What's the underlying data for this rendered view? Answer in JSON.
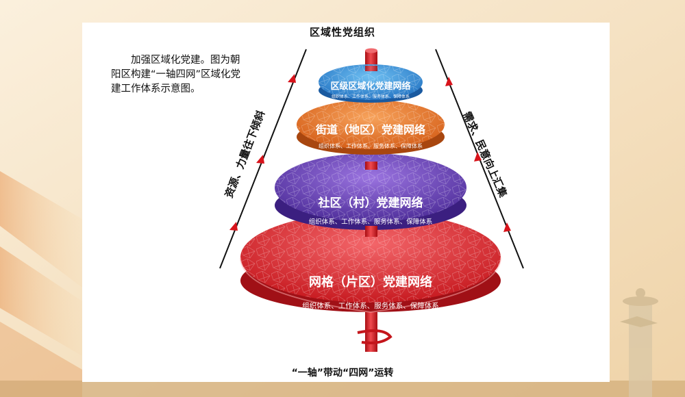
{
  "diagram": {
    "top_title": "区域性党组织",
    "intro_text": "加强区域化党建。图为朝阳区构建“一轴四网”区域化党建工作体系示意图。",
    "left_arrow_label": "资源、力量往下倾斜",
    "right_arrow_label": "需求、民意向上汇集",
    "bottom_caption": "“一轴”带动“四网”运转",
    "tiers": [
      {
        "title": "区级区域化党建网络",
        "subtitle": "组织体系、工作体系、服务体系、保障体系",
        "color": "#2f8fd8"
      },
      {
        "title": "街道（地区）党建网络",
        "subtitle": "组织体系、工作体系、服务体系、保障体系",
        "color": "#e8742a"
      },
      {
        "title": "社区（村）党建网络",
        "subtitle": "组织体系、工作体系、服务体系、保障体系",
        "color": "#6a3fb8"
      },
      {
        "title": "网格（片区）党建网络",
        "subtitle": "组织体系、工作体系、服务体系、保障体系",
        "color": "#e0252a"
      }
    ],
    "colors": {
      "axis": "#d8131b",
      "arrow_line": "#111111",
      "arrow_head": "#d8131b",
      "background": "#f4e2c4"
    }
  }
}
